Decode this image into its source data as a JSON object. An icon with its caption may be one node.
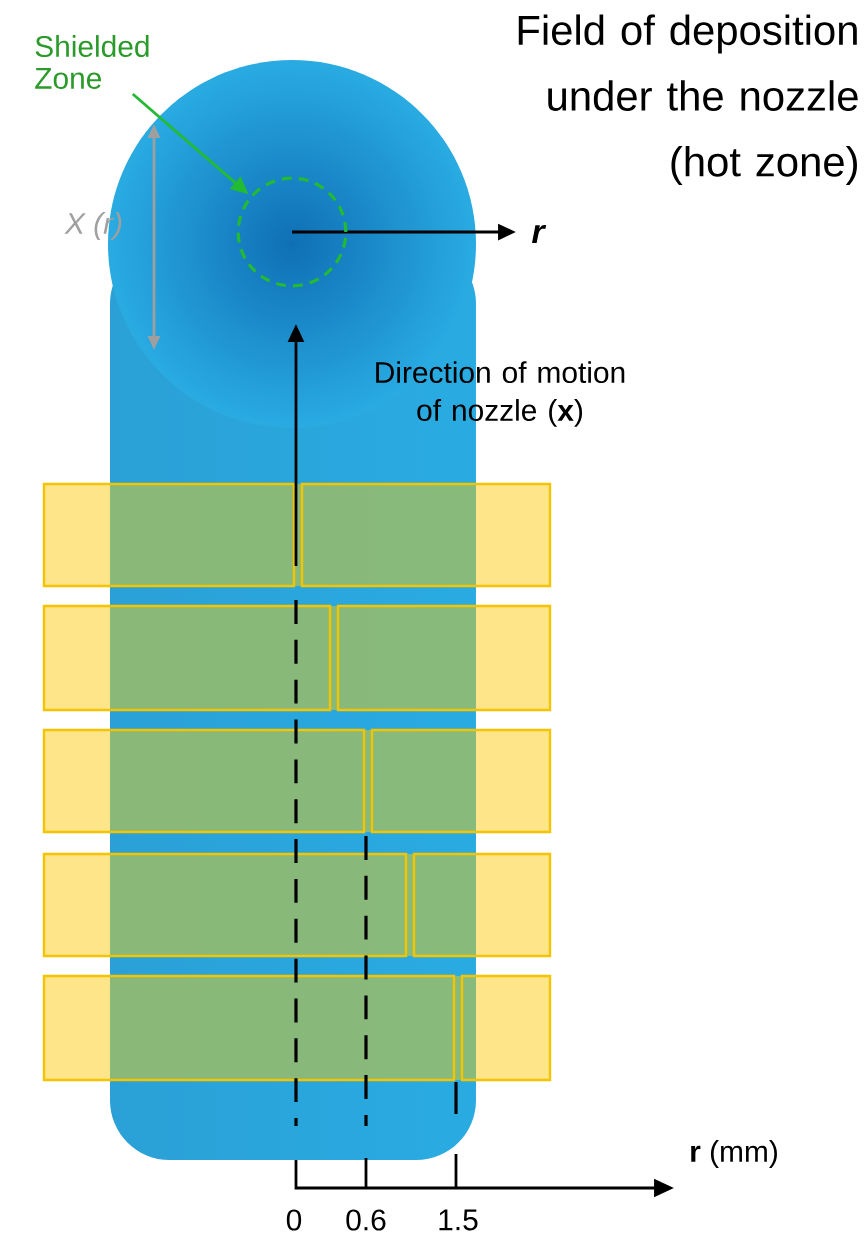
{
  "diagram": {
    "title": "Field of deposition under the nozzle (hot zone)",
    "nodes": [
      {
        "text": [
          "Shielded Zone"
        ]
      },
      {
        "text": [],
        "shape": "circle"
      }
    ],
    "edges": [
      {
        "from": 0,
        "to": 1,
        "arrow": "to"
      }
    ],
    "labels": [
      "X (r)",
      "r",
      "Direction of motion of nozzle (**x**)",
      "**r** (mm)",
      "0",
      "0.6",
      "1.5"
    ]
  }
}
